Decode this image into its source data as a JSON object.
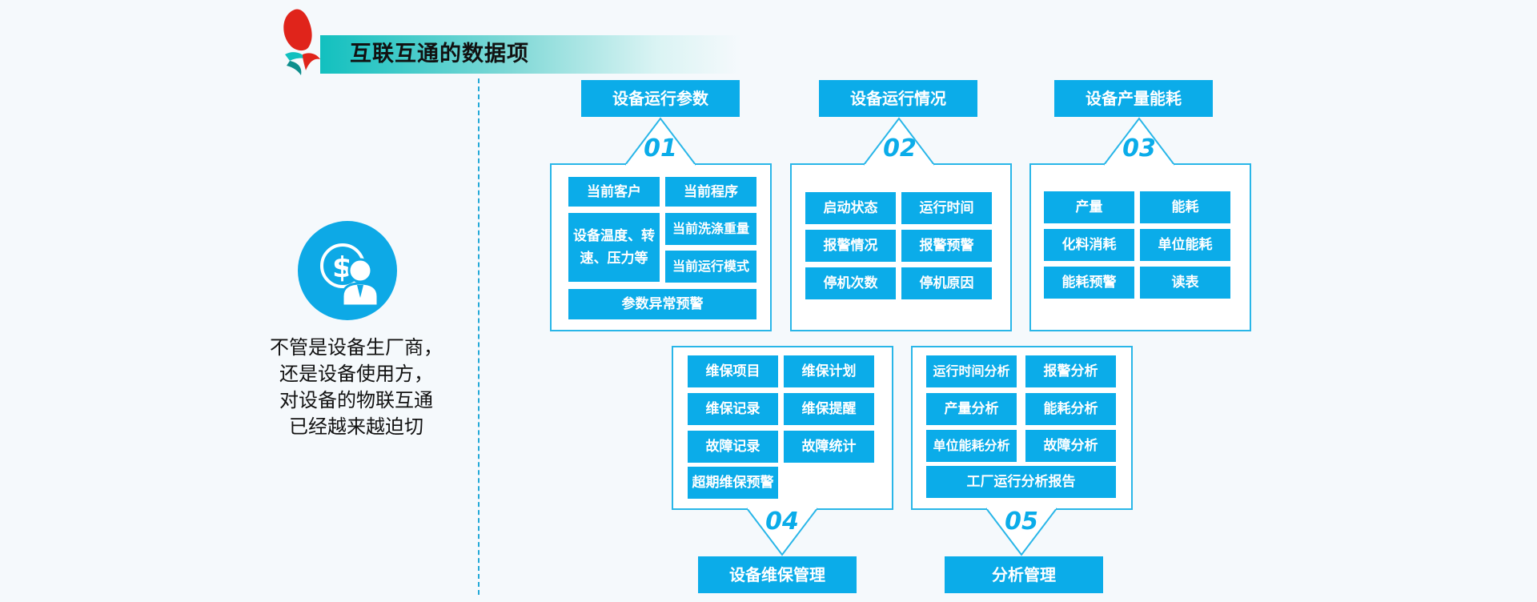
{
  "title": "互联互通的数据项",
  "intro_lines": [
    "不管是设备生厂商，",
    "还是设备使用方，",
    "对设备的物联互通",
    "已经越来越迫切"
  ],
  "colors": {
    "accent": "#0bace9",
    "panel_border": "#29b6e8",
    "title_band": "#12c0bf",
    "logo_red": "#e0241b"
  },
  "icons": {
    "left_icon": "money-user-icon",
    "logo": "red-ribbon-logo"
  },
  "groups": [
    {
      "num": "01",
      "header": "设备运行参数",
      "items": [
        "当前客户",
        "当前程序",
        "设备温度、转速、压力等",
        "当前洗涤重量",
        "当前运行模式",
        "参数异常预警"
      ]
    },
    {
      "num": "02",
      "header": "设备运行情况",
      "items": [
        "启动状态",
        "运行时间",
        "报警情况",
        "报警预警",
        "停机次数",
        "停机原因"
      ]
    },
    {
      "num": "03",
      "header": "设备产量能耗",
      "items": [
        "产量",
        "能耗",
        "化料消耗",
        "单位能耗",
        "能耗预警",
        "读表"
      ]
    },
    {
      "num": "04",
      "header": "设备维保管理",
      "items": [
        "维保项目",
        "维保计划",
        "维保记录",
        "维保提醒",
        "故障记录",
        "故障统计",
        "超期维保预警"
      ]
    },
    {
      "num": "05",
      "header": "分析管理",
      "items": [
        "运行时间分析",
        "报警分析",
        "产量分析",
        "能耗分析",
        "单位能耗分析",
        "故障分析",
        "工厂运行分析报告"
      ]
    }
  ]
}
